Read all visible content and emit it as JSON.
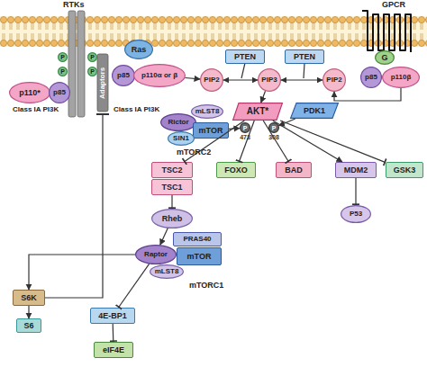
{
  "diagram": {
    "nodes": [
      {
        "text": [
          "p110*"
        ]
      },
      {
        "text": [
          "p85"
        ]
      },
      {
        "text": [
          "Ras"
        ]
      },
      {
        "text": [
          "p85"
        ]
      },
      {
        "text": [
          "p110α or β"
        ]
      },
      {
        "text": [
          "PTEN"
        ]
      },
      {
        "text": [
          "PTEN"
        ]
      },
      {
        "text": [
          "G"
        ]
      },
      {
        "text": [
          "PIP2"
        ]
      },
      {
        "text": [
          "PIP3"
        ]
      },
      {
        "text": [
          "PIP2"
        ]
      },
      {
        "text": [
          "p85"
        ]
      },
      {
        "text": [
          "p110β"
        ]
      },
      {
        "text": [
          "mLST8"
        ]
      },
      {
        "text": [
          "Rictor"
        ]
      },
      {
        "text": [
          "AKT*"
        ]
      },
      {
        "text": [
          "PDK1"
        ]
      },
      {
        "text": [
          "mTOR"
        ]
      },
      {
        "text": [
          "SIN1"
        ]
      },
      {
        "text": [
          "P",
          "473"
        ]
      },
      {
        "text": [
          "P",
          "308"
        ]
      },
      {
        "text": [
          "TSC2"
        ]
      },
      {
        "text": [
          "FOXO"
        ]
      },
      {
        "text": [
          "BAD"
        ]
      },
      {
        "text": [
          "MDM2"
        ]
      },
      {
        "text": [
          "GSK3"
        ]
      },
      {
        "text": [
          "TSC1"
        ]
      },
      {
        "text": [
          "P53"
        ]
      },
      {
        "text": [
          "Rheb"
        ]
      },
      {
        "text": [
          "PRAS40"
        ]
      },
      {
        "text": [
          "Raptor"
        ]
      },
      {
        "text": [
          "mTOR"
        ]
      },
      {
        "text": [
          "mLST8"
        ]
      },
      {
        "text": [
          "S6K"
        ]
      },
      {
        "text": [
          "S6"
        ]
      },
      {
        "text": [
          "4E-BP1"
        ]
      },
      {
        "text": [
          "eIF4E"
        ]
      },
      {
        "text": [
          "P"
        ]
      },
      {
        "text": [
          "P"
        ]
      },
      {
        "text": [
          "P"
        ]
      },
      {
        "text": [
          "P"
        ]
      }
    ],
    "edges": [
      {
        "from": 8,
        "to": 9,
        "arrow": "both"
      },
      {
        "from": 9,
        "to": 10,
        "arrow": "both"
      },
      {
        "from": 4,
        "to": 8,
        "arrow": "to"
      },
      {
        "from": 12,
        "to": 10,
        "arrow": "to"
      },
      {
        "from": 9,
        "to": 15,
        "arrow": "to"
      },
      {
        "from": 16,
        "to": 20,
        "arrow": "to"
      },
      {
        "from": 17,
        "to": 19,
        "arrow": "to"
      },
      {
        "from": 15,
        "to": 21,
        "arrow": "to"
      },
      {
        "from": 15,
        "to": 22,
        "arrow": "to"
      },
      {
        "from": 15,
        "to": 23,
        "arrow": "to"
      },
      {
        "from": 15,
        "to": 24,
        "arrow": "to"
      },
      {
        "from": 15,
        "to": 25,
        "arrow": "to"
      },
      {
        "from": 24,
        "to": 27,
        "arrow": "to"
      },
      {
        "from": 26,
        "to": 28,
        "arrow": "to"
      },
      {
        "from": 28,
        "to": 30,
        "arrow": "to"
      },
      {
        "from": 30,
        "to": 33,
        "arrow": "to"
      },
      {
        "from": 30,
        "to": 35,
        "arrow": "to"
      },
      {
        "from": 33,
        "to": 34,
        "arrow": "to"
      },
      {
        "from": 35,
        "to": 36,
        "arrow": "to"
      }
    ],
    "labels": [
      "RTKs",
      "GPCR",
      "Adaptors",
      "Class IA PI3K",
      "Class IA PI3K",
      "mTORC2",
      "mTORC1"
    ]
  }
}
